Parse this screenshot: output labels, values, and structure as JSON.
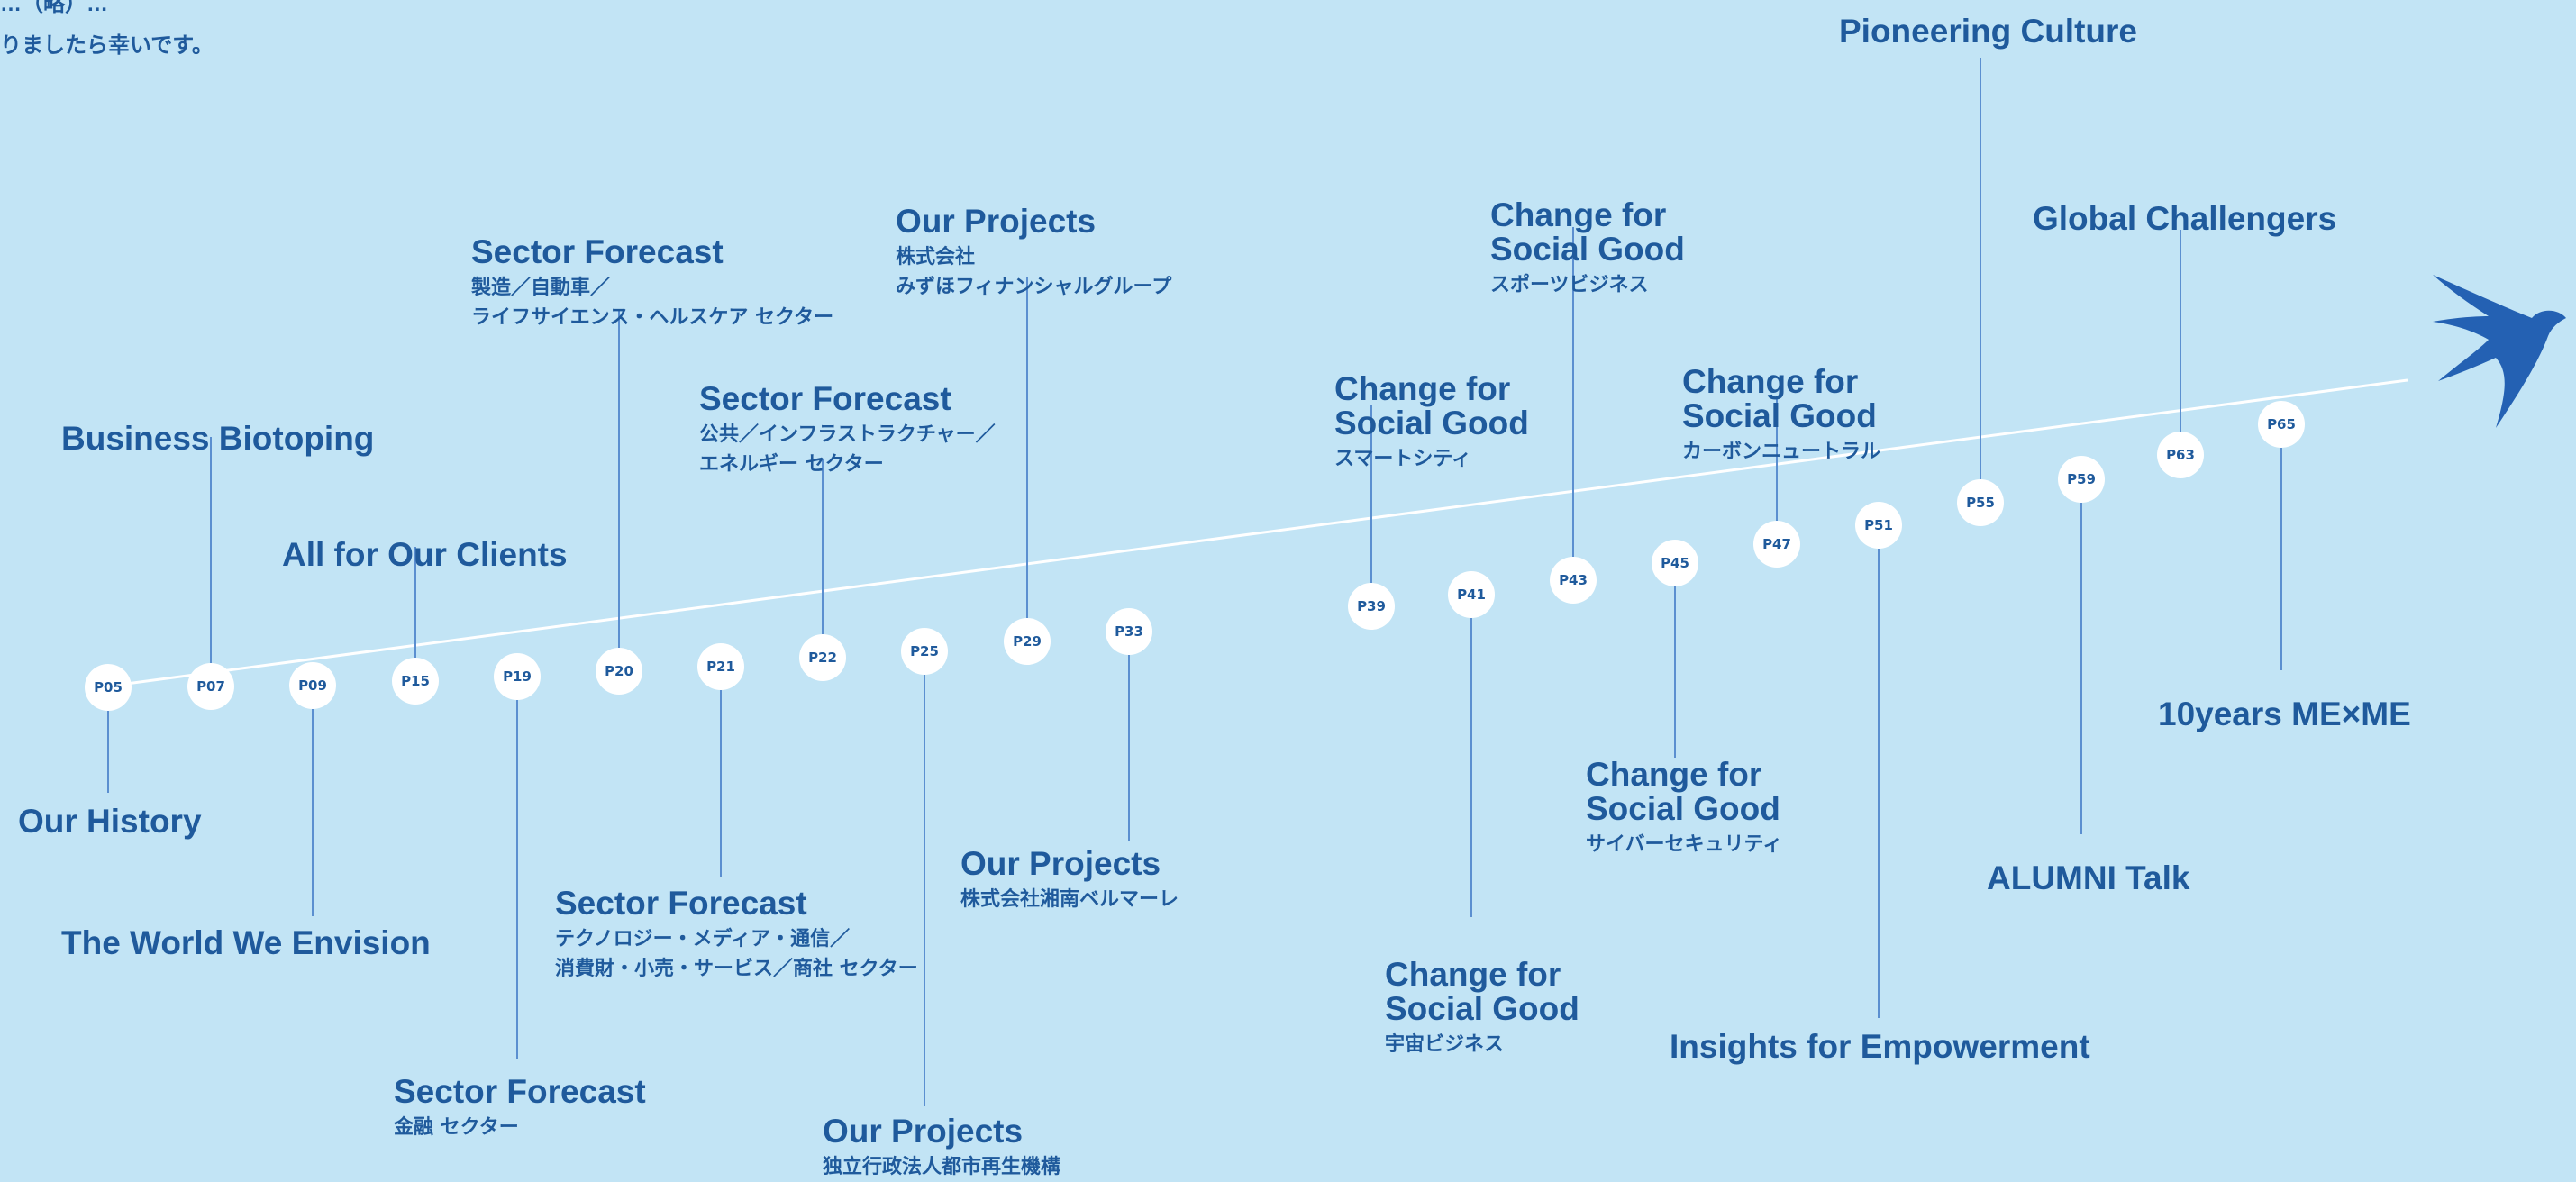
{
  "intro": {
    "line1": "…（略）…",
    "line2": "りましたら幸いです。"
  },
  "nodes": [
    {
      "page": "P05",
      "title": "Our History",
      "sub": []
    },
    {
      "page": "P07",
      "title": "Business Biotoping",
      "sub": []
    },
    {
      "page": "P09",
      "title": "The World We Envision",
      "sub": []
    },
    {
      "page": "P15",
      "title": "All for Our Clients",
      "sub": []
    },
    {
      "page": "P19",
      "title": "Sector Forecast",
      "sub": [
        "金融 セクター"
      ]
    },
    {
      "page": "P20",
      "title": "Sector Forecast",
      "sub": [
        "製造／自動車／",
        "ライフサイエンス・ヘルスケア セクター"
      ]
    },
    {
      "page": "P21",
      "title": "Sector Forecast",
      "sub": [
        "テクノロジー・メディア・通信／",
        "消費財・小売・サービス／商社 セクター"
      ]
    },
    {
      "page": "P22",
      "title": "Sector Forecast",
      "sub": [
        "公共／インフラストラクチャー／",
        "エネルギー セクター"
      ]
    },
    {
      "page": "P25",
      "title": "Our Projects",
      "sub": [
        "独立行政法人都市再生機構"
      ]
    },
    {
      "page": "P29",
      "title": "Our Projects",
      "sub": [
        "株式会社",
        "みずほフィナンシャルグループ"
      ]
    },
    {
      "page": "P33",
      "title": "Our Projects",
      "sub": [
        "株式会社湘南ベルマーレ"
      ]
    },
    {
      "page": "P39",
      "title": "Change for\nSocial Good",
      "sub": [
        "スマートシティ"
      ]
    },
    {
      "page": "P41",
      "title": "Change for\nSocial Good",
      "sub": [
        "宇宙ビジネス"
      ]
    },
    {
      "page": "P43",
      "title": "Change for\nSocial Good",
      "sub": [
        "スポーツビジネス"
      ]
    },
    {
      "page": "P45",
      "title": "Change for\nSocial Good",
      "sub": [
        "サイバーセキュリティ"
      ]
    },
    {
      "page": "P47",
      "title": "Change for\nSocial Good",
      "sub": [
        "カーボンニュートラル"
      ]
    },
    {
      "page": "P51",
      "title": "Insights for Empowerment",
      "sub": []
    },
    {
      "page": "P55",
      "title": "Pioneering Culture",
      "sub": []
    },
    {
      "page": "P59",
      "title": "ALUMNI Talk",
      "sub": []
    },
    {
      "page": "P63",
      "title": "Global Challengers",
      "sub": []
    },
    {
      "page": "P65",
      "title": "10years ME×ME",
      "sub": []
    }
  ],
  "colors": {
    "background": "#c2e4f5",
    "accent": "#1f5a9c",
    "connector": "#5b8fd0",
    "timeline": "#ffffff",
    "bird": "#2461b3"
  },
  "icons": {
    "bird": "swallow-bird-icon"
  }
}
